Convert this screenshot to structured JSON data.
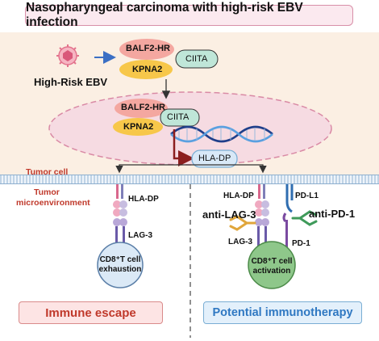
{
  "title": "Nasopharyngeal carcinoma with high-risk EBV infection",
  "virus_label": "High-Risk EBV",
  "balf2_label": "BALF2-HR",
  "kpna2_label": "KPNA2",
  "ciita_label": "CIITA",
  "hla_dp_label": "HLA-DP",
  "tumor_cell_label": "Tumor cell",
  "tme_label_line1": "Tumor",
  "tme_label_line2": "microenvironment",
  "lag3_label": "LAG-3",
  "pdl1_label": "PD-L1",
  "pd1_label": "PD-1",
  "anti_lag3_label": "anti-LAG-3",
  "anti_pd1_label": "anti-PD-1",
  "cd8_exhaustion_line1": "CD8⁺T cell",
  "cd8_exhaustion_line2": "exhaustion",
  "cd8_activation_line1": "CD8⁺T cell",
  "cd8_activation_line2": "activation",
  "immune_escape_label": "Immune escape",
  "immunotherapy_label": "Potential immunotherapy",
  "colors": {
    "title_border": "#d88fa8",
    "background_top": "#fbefe3",
    "balf2": "#f4a7a0",
    "kpna2": "#f7c74a",
    "ciita": "#bfe6d8",
    "hla_dp_box": "#d8e8f7",
    "tcell": "#8ec78a",
    "escape_red": "#c0392b",
    "immuno_blue": "#2f78c2"
  }
}
